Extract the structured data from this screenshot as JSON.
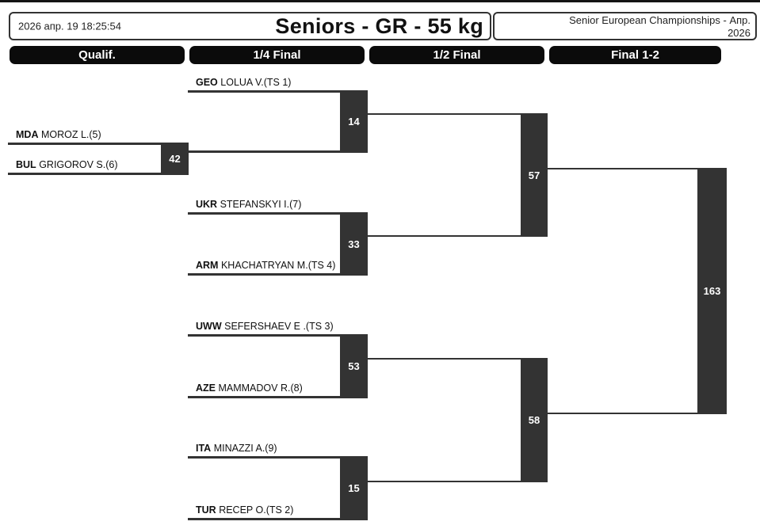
{
  "header": {
    "timestamp": "2026 апр. 19 18:25:54",
    "title": "Seniors - GR - 55 kg",
    "event_name": "Senior European Championships - Апр. 2026"
  },
  "round_headers": [
    "Qualif.",
    "1/4 Final",
    "1/2 Final",
    "Final 1-2"
  ],
  "colors": {
    "match_box_fill": "#333333",
    "round_header_bar": "#0b0b0b",
    "bracket_line": "#333333",
    "box_number_text": "#ffffff"
  },
  "bracket": {
    "qualification": [
      {
        "number": "42",
        "red": {
          "country": "MDA",
          "name": "MOROZ L.(5)"
        },
        "blue": {
          "country": "BUL",
          "name": "GRIGOROV S.(6)"
        }
      }
    ],
    "quarterfinals": [
      {
        "number": "14",
        "red": {
          "country": "GEO",
          "name": "LOLUA V.(TS 1)"
        }
      },
      {
        "number": "33",
        "red": {
          "country": "UKR",
          "name": "STEFANSKYI I.(7)"
        },
        "blue": {
          "country": "ARM",
          "name": "KHACHATRYAN M.(TS 4)"
        }
      },
      {
        "number": "53",
        "red": {
          "country": "UWW",
          "name": "SEFERSHAEV E .(TS 3)"
        },
        "blue": {
          "country": "AZE",
          "name": "MAMMADOV R.(8)"
        }
      },
      {
        "number": "15",
        "red": {
          "country": "ITA",
          "name": "MINAZZI A.(9)"
        },
        "blue": {
          "country": "TUR",
          "name": "RECEP O.(TS 2)"
        }
      }
    ],
    "semifinals": [
      {
        "number": "57"
      },
      {
        "number": "58"
      }
    ],
    "final": {
      "number": "163"
    }
  }
}
